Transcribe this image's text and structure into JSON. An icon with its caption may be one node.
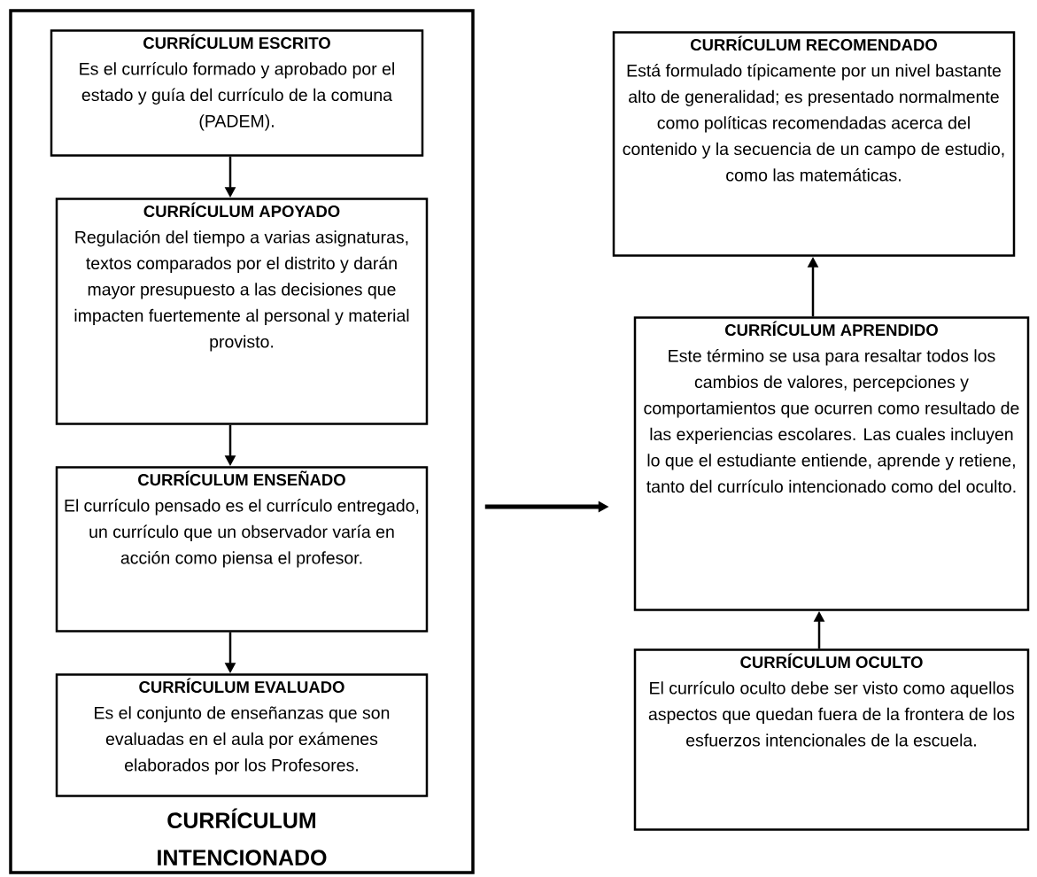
{
  "diagram": {
    "nodes": [
      {
        "text": [
          "CURRÍCULUM INTENCIONADO"
        ]
      },
      {
        "text": [
          "CURRÍCULUM ESCRITO",
          "Es el currículo formado y aprobado por el estado y guía del currículo de la comuna (PADEM)."
        ],
        "in": 0
      },
      {
        "text": [
          "CURRÍCULUM APOYADO",
          "Regulación del tiempo a varias asignaturas, textos comparados por el distrito y darán mayor presupuesto a las decisiones que impacten fuertemente al personal y material provisto."
        ],
        "in": 0
      },
      {
        "text": [
          "CURRÍCULUM ENSEÑADO",
          "El currículo pensado es el currículo entregado, un currículo que un observador varía en acción como piensa el profesor."
        ],
        "in": 0
      },
      {
        "text": [
          "CURRÍCULUM EVALUADO",
          "Es el conjunto de enseñanzas que son evaluadas en el aula por exámenes elaborados por los Profesores."
        ],
        "in": 0
      },
      {
        "text": [
          "CURRÍCULUM RECOMENDADO",
          "Está formulado típicamente por un nivel bastante alto de generalidad; es presentado normalmente como políticas recomendadas acerca del contenido y la secuencia de un campo de estudio, como las matemáticas."
        ]
      },
      {
        "text": [
          "CURRÍCULUM APRENDIDO",
          "Este término se usa para resaltar todos los cambios de valores, percepciones y comportamientos que ocurren  como resultado de las experiencias escolares. Las cuales incluyen lo que el estudiante entiende, aprende y retiene, tanto del currículo intencionado como del oculto."
        ]
      },
      {
        "text": [
          "CURRÍCULUM OCULTO",
          "El currículo oculto debe ser visto como aquellos aspectos que quedan fuera de la frontera de los esfuerzos intencionales de la escuela."
        ]
      }
    ],
    "edges": [
      {
        "from": 1,
        "to": 2,
        "arrow": "to"
      },
      {
        "from": 2,
        "to": 3,
        "arrow": "to"
      },
      {
        "from": 3,
        "to": 4,
        "arrow": "to"
      },
      {
        "from": 0,
        "to": 6,
        "arrow": "to",
        "style": "thick"
      },
      {
        "from": 6,
        "to": 5,
        "arrow": "to"
      },
      {
        "from": 7,
        "to": 6,
        "arrow": "to"
      }
    ]
  }
}
